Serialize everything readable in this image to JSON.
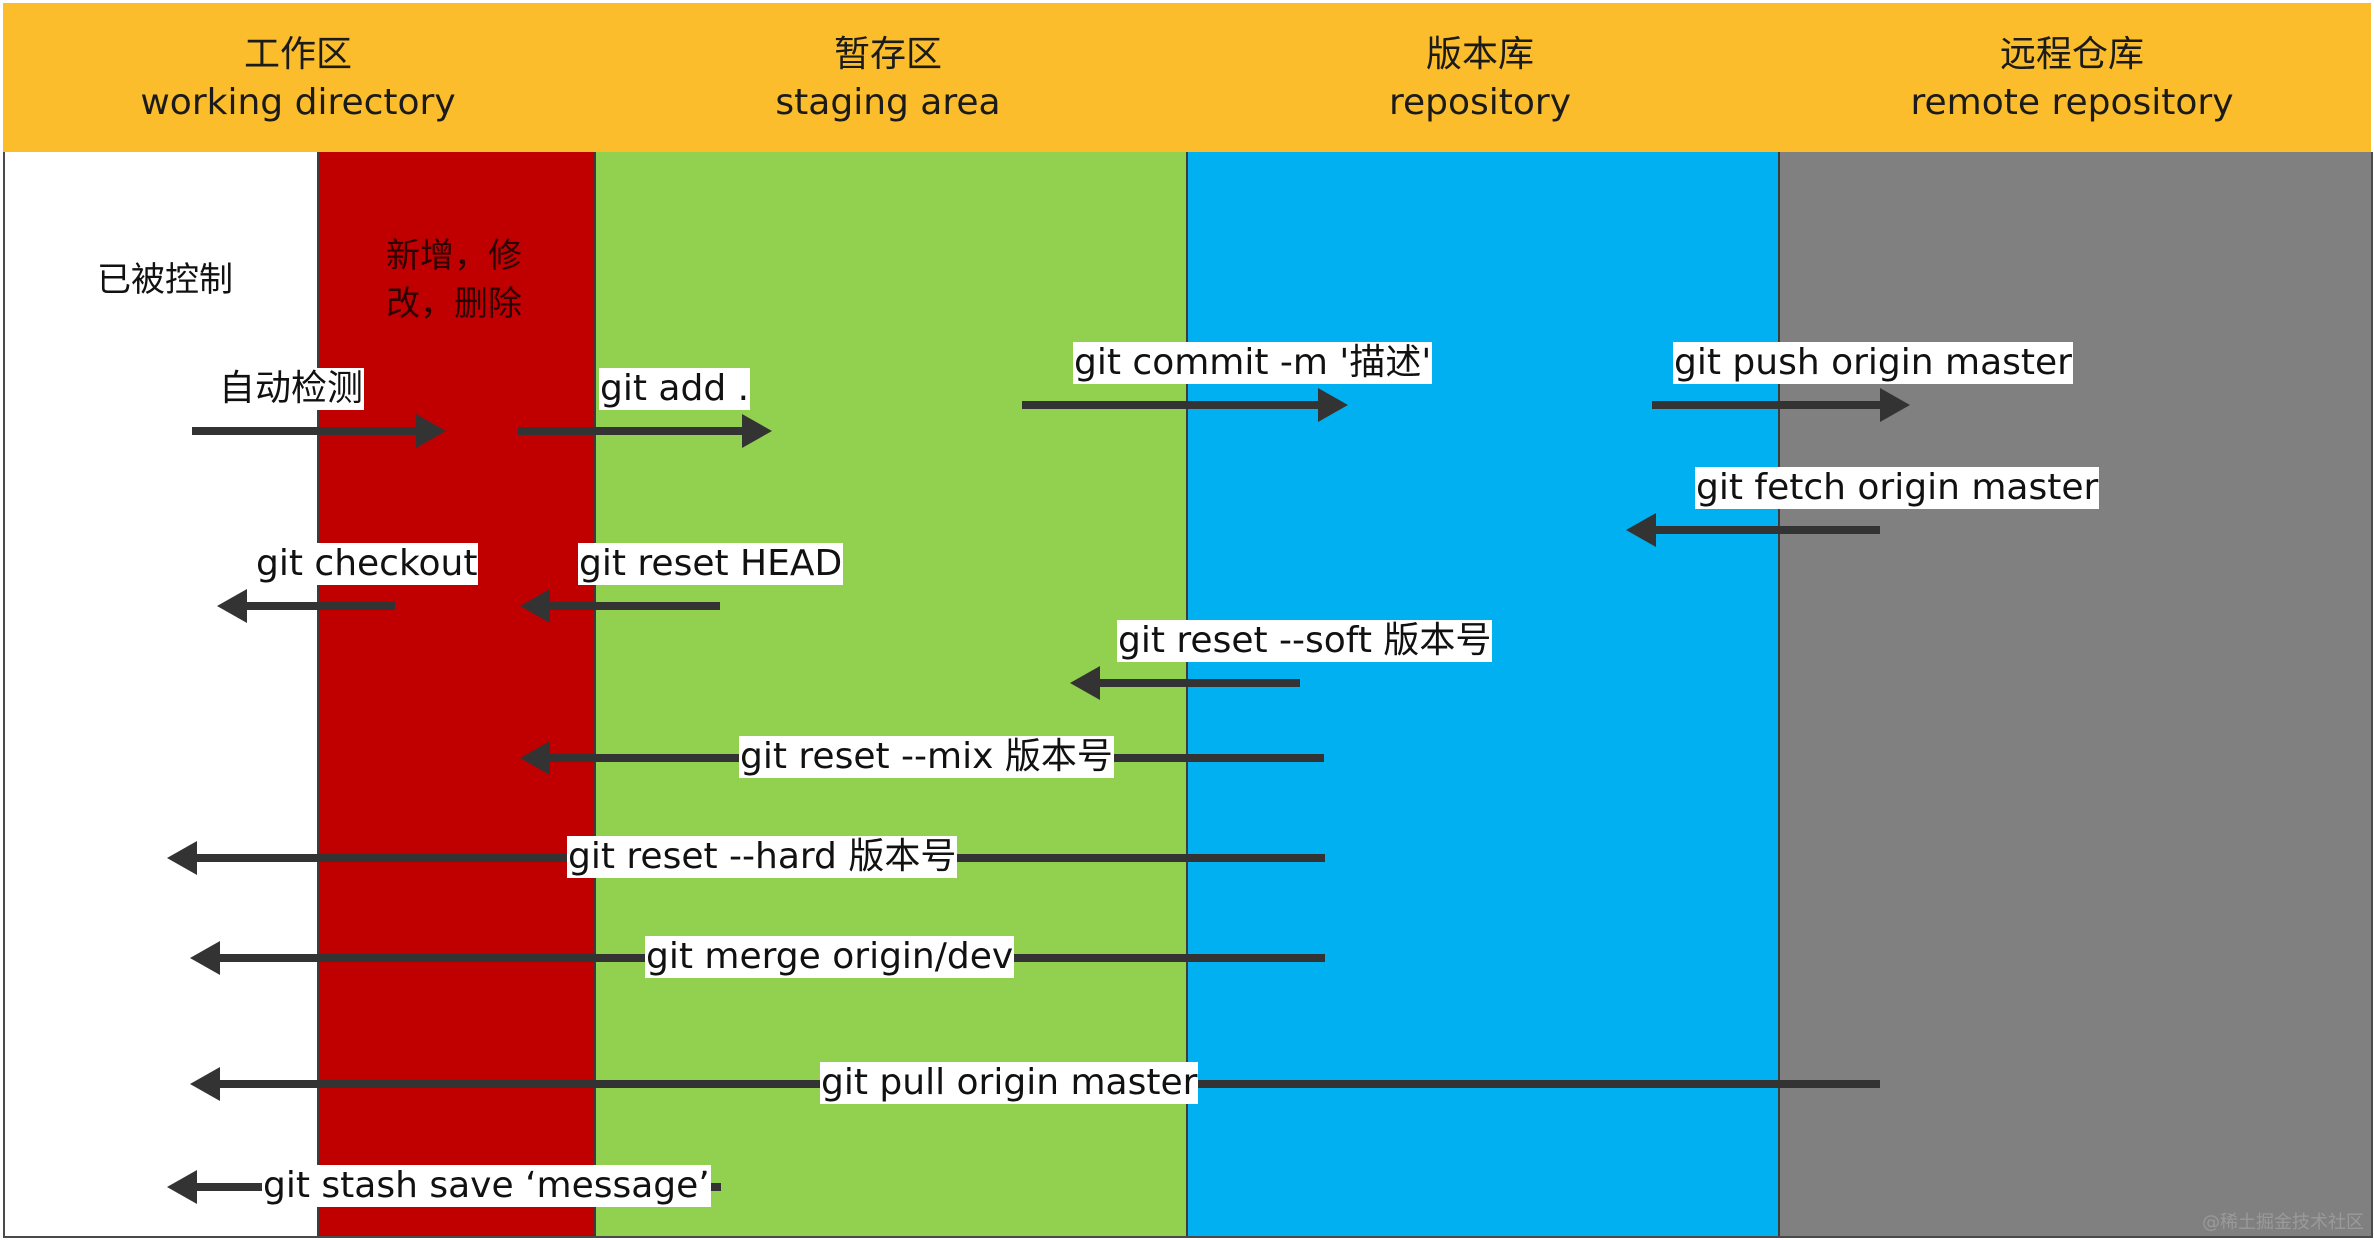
{
  "header": {
    "working": {
      "zh": "工作区",
      "en": "working directory"
    },
    "staging": {
      "zh": "暂存区",
      "en": "staging area"
    },
    "repository": {
      "zh": "版本库",
      "en": "repository"
    },
    "remote": {
      "zh": "远程仓库",
      "en": "remote repository"
    }
  },
  "zones": {
    "tracked_label": "已被控制",
    "modified_label": [
      "新增，修",
      "改，删除"
    ]
  },
  "commands": {
    "auto_detect": "自动检测",
    "add": "git add .",
    "commit": "git commit -m '描述'",
    "push": "git push origin master",
    "fetch": "git fetch origin master",
    "checkout": "git checkout",
    "reset_head": "git reset HEAD",
    "reset_soft": "git reset --soft 版本号",
    "reset_mix": "git reset --mix 版本号",
    "reset_hard": "git reset --hard 版本号",
    "merge": "git merge origin/dev",
    "pull": "git pull origin master",
    "stash": "git stash save ‘message’"
  },
  "footer": {
    "watermark": "@稀土掘金技术社区"
  },
  "colors": {
    "header": "#fbbd2c",
    "working": "#ffffff",
    "modified": "#c00000",
    "staging": "#92d050",
    "repository": "#00b0f0",
    "remote": "#808080",
    "arrow": "#333333"
  }
}
